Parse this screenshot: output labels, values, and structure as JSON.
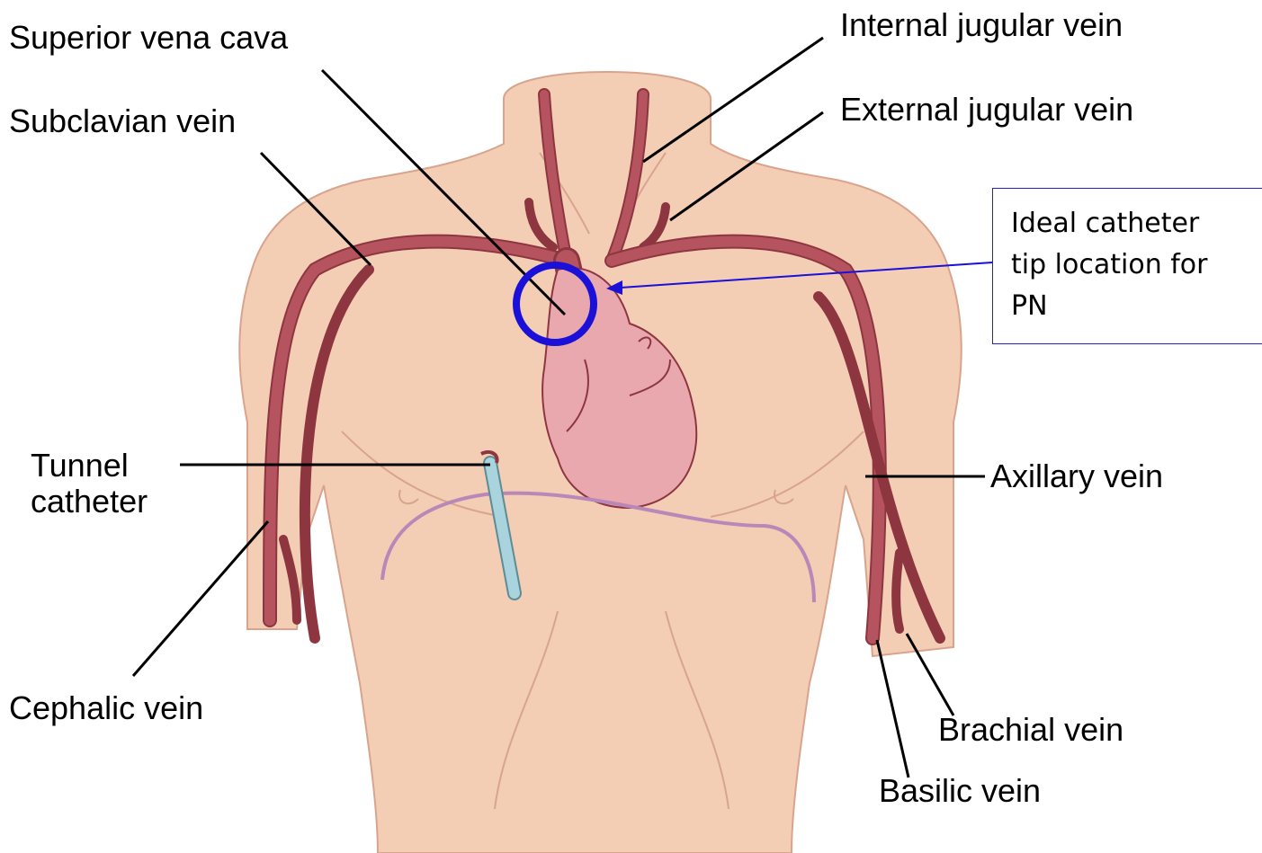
{
  "labels": {
    "superior_vena_cava": "Superior vena cava",
    "subclavian_vein": "Subclavian vein",
    "internal_jugular_vein": "Internal jugular vein",
    "external_jugular_vein": "External jugular vein",
    "tunnel_catheter": "Tunnel\ncatheter",
    "axillary_vein": "Axillary vein",
    "cephalic_vein": "Cephalic vein",
    "brachial_vein": "Brachial vein",
    "basilic_vein": "Basilic vein"
  },
  "callout": {
    "text": "Ideal catheter\ntip location for\nPN"
  },
  "colors": {
    "skin": "#f3cdb4",
    "skin_line": "#d9a48e",
    "vein": "#b5545f",
    "vein_edge": "#8e3640",
    "heart": "#e8a8ad",
    "catheter": "#a9d3dd",
    "highlight": "#1a10d8"
  }
}
